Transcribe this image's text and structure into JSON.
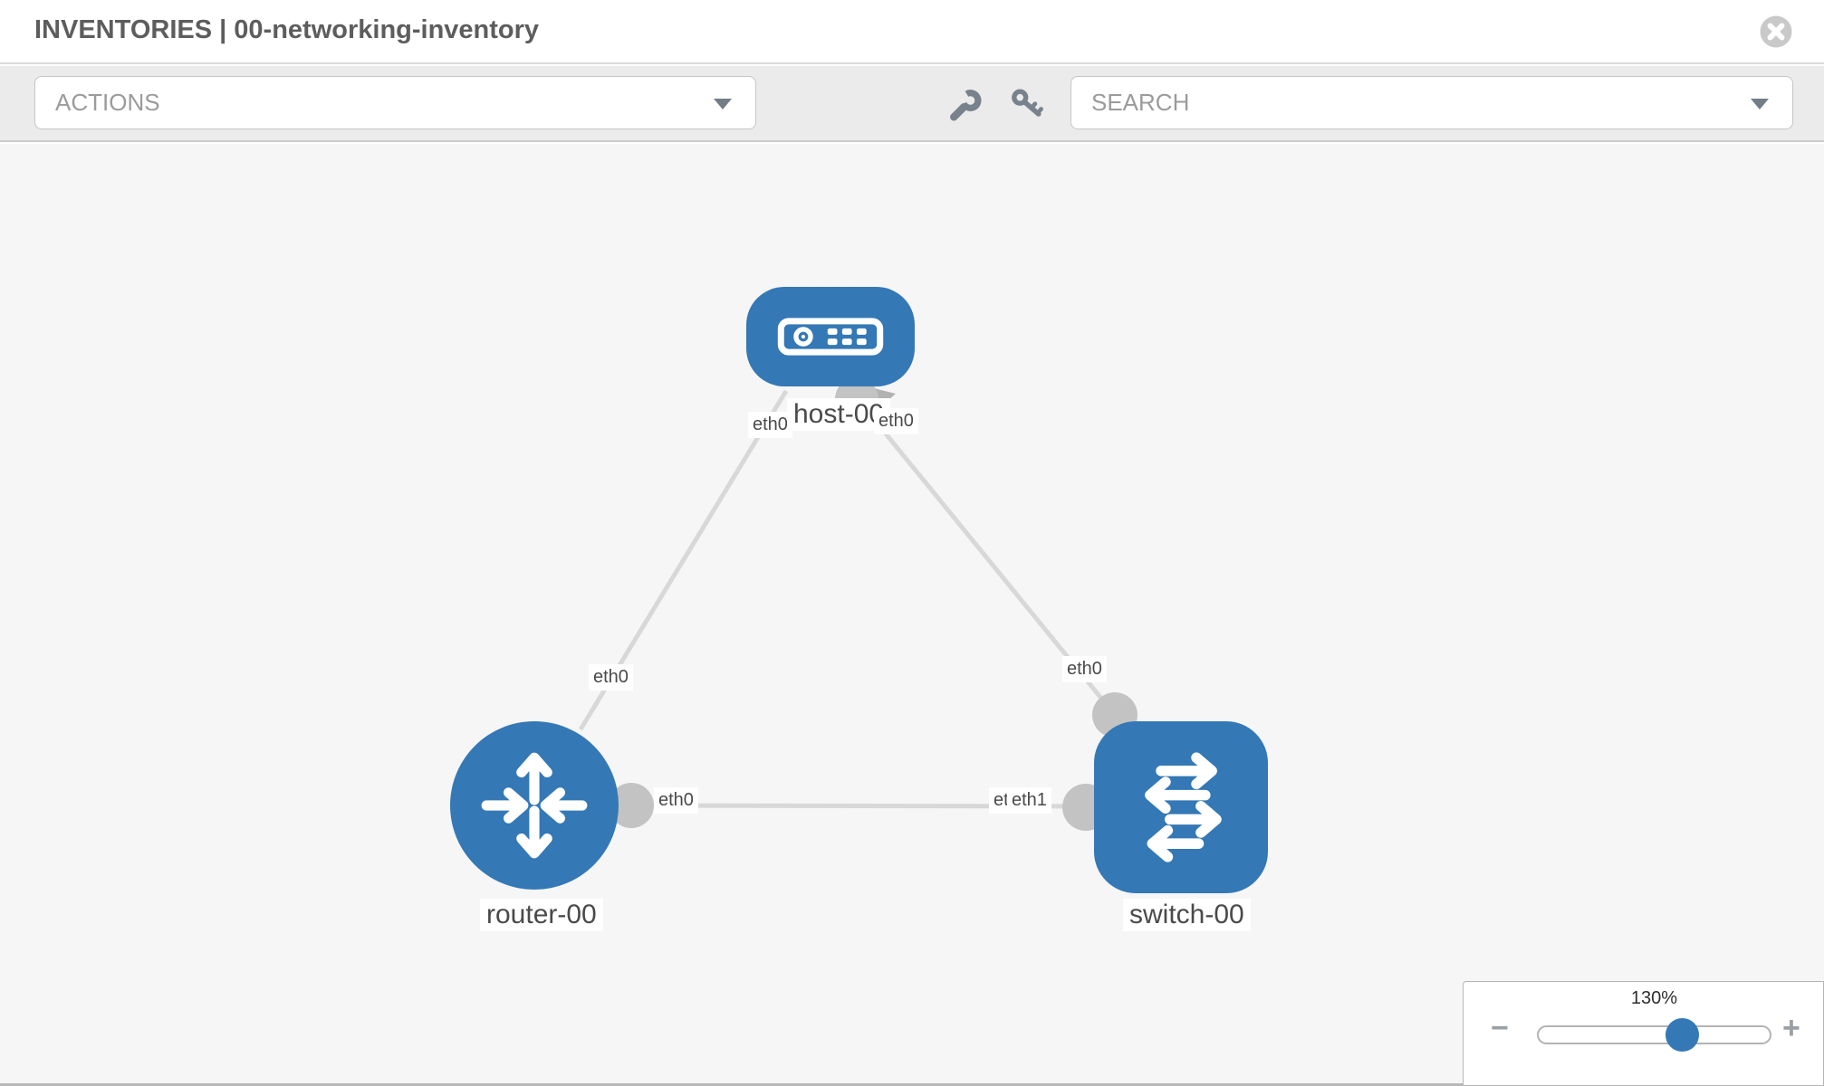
{
  "header": {
    "title": "INVENTORIES | 00-networking-inventory",
    "close_icon": "circle-x-icon"
  },
  "toolbar": {
    "actions_label": "ACTIONS",
    "search_placeholder": "SEARCH",
    "icons": [
      "wrench-icon",
      "key-icon"
    ]
  },
  "canvas": {
    "nodes": {
      "host": {
        "label": "host-00",
        "type": "host",
        "icon": "host-device-icon"
      },
      "router": {
        "label": "router-00",
        "type": "router",
        "icon": "router-arrows-icon"
      },
      "switch": {
        "label": "switch-00",
        "type": "switch",
        "icon": "switch-arrows-icon"
      }
    },
    "links": [
      {
        "from": "host-00",
        "to": "router-00",
        "from_iface": "eth0",
        "to_iface": "eth0"
      },
      {
        "from": "host-00",
        "to": "switch-00",
        "from_iface": "eth0",
        "to_iface": "eth0"
      },
      {
        "from": "router-00",
        "to": "switch-00",
        "from_iface": "eth0",
        "to_iface": "eth1"
      }
    ],
    "iface_labels": {
      "host_left": "eth0",
      "host_right": "eth0",
      "router_top": "eth0",
      "router_right": "eth0",
      "switch_top": "eth0",
      "switch_left_back": "eth0",
      "switch_left_front": "eth1"
    }
  },
  "zoom_control": {
    "level": "130%",
    "minus_label": "−",
    "plus_label": "+"
  },
  "colors": {
    "node_blue": "#3478b6",
    "link_gray": "#d8d8d8",
    "endpoint_gray": "#c3c3c3",
    "toolbar_gray": "#ebebeb",
    "canvas_gray": "#f6f6f6"
  }
}
